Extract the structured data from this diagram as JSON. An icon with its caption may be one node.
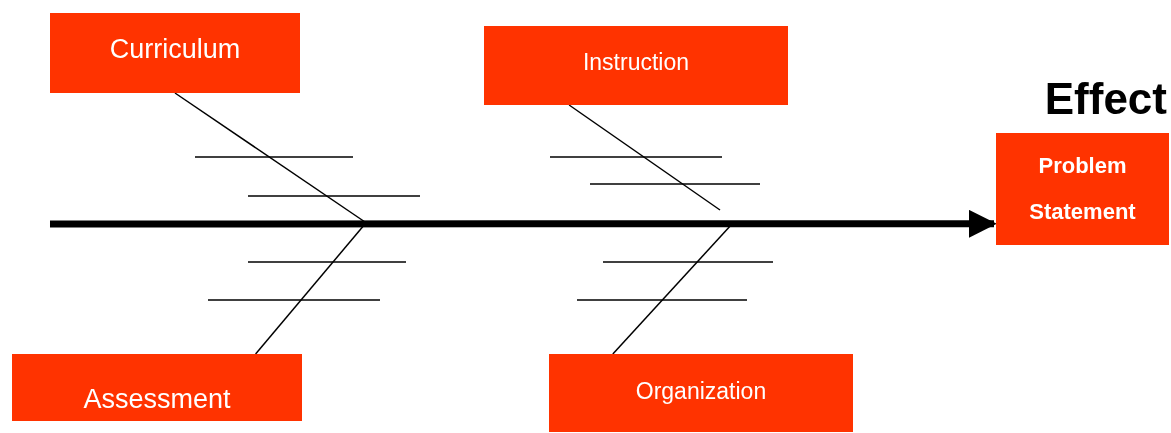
{
  "diagram": {
    "nodes": [
      {
        "text": [
          "Curriculum"
        ]
      },
      {
        "text": [
          "Instruction"
        ]
      },
      {
        "text": [
          "Effect",
          "Problem Statement"
        ]
      },
      {
        "text": [
          "Assessment"
        ]
      },
      {
        "text": [
          "Organization"
        ]
      }
    ],
    "edges": [
      {
        "from": null,
        "to": 2,
        "arrow": "to",
        "style": "thick"
      },
      {
        "from": 0,
        "to": null,
        "arrow": "none"
      },
      {
        "from": 1,
        "to": null,
        "arrow": "none"
      },
      {
        "from": 3,
        "to": null,
        "arrow": "none"
      },
      {
        "from": 4,
        "to": null,
        "arrow": "none"
      }
    ]
  }
}
